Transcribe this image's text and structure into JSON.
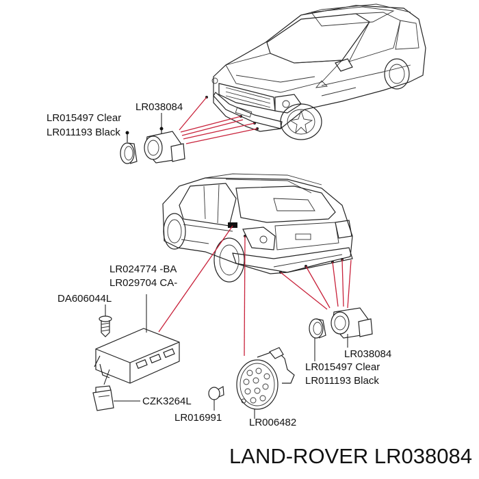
{
  "labels": {
    "front_sensor_part": "LR038084",
    "front_clear": "LR015497 Clear",
    "front_black": "LR011193 Black",
    "module_a": "LR024774 -BA",
    "module_b": "LR029704 CA-",
    "screw": "DA606044L",
    "bracket": "CZK3264L",
    "bulb": "LR016991",
    "buzzer": "LR006482",
    "rear_sensor_part": "LR038084",
    "rear_clear": "LR015497 Clear",
    "rear_black": "LR011193 Black"
  },
  "footer": {
    "title": "LAND-ROVER LR038084"
  },
  "colors": {
    "callout_lines": "#c8213a",
    "line_art": "#222222",
    "text": "#111111"
  }
}
